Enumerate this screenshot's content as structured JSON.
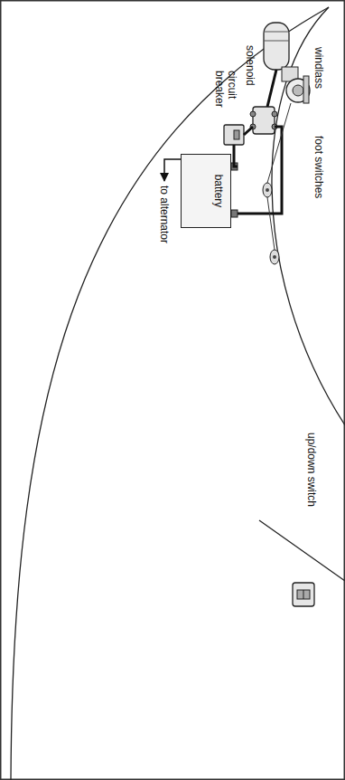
{
  "diagram": {
    "nodes": [
      {
        "text": [
          "battery"
        ]
      }
    ],
    "labels": [
      "windlass",
      "foot switches",
      "solenoid",
      "circuit breaker",
      "to alternator",
      "up/down switch"
    ]
  }
}
